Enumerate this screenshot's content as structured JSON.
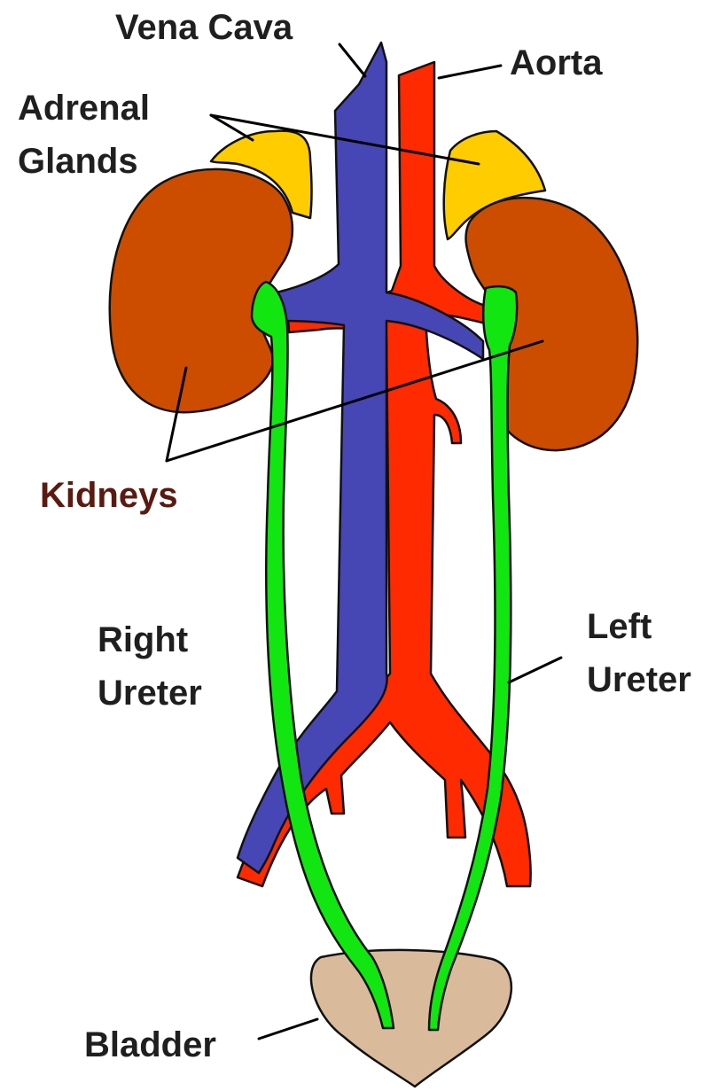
{
  "labels": {
    "vena_cava": "Vena Cava",
    "aorta": "Aorta",
    "adrenal_line1": "Adrenal",
    "adrenal_line2": "Glands",
    "kidneys": "Kidneys",
    "right_ureter_line1": "Right",
    "right_ureter_line2": "Ureter",
    "left_ureter_line1": "Left",
    "left_ureter_line2": "Ureter",
    "bladder": "Bladder"
  },
  "colors": {
    "vena_cava": "#4646b4",
    "aorta": "#ff2a00",
    "adrenal": "#ffcc00",
    "kidney": "#cc4c00",
    "ureter": "#11e611",
    "bladder": "#d9bb9b",
    "kidneys_label": "#5a1a10"
  }
}
